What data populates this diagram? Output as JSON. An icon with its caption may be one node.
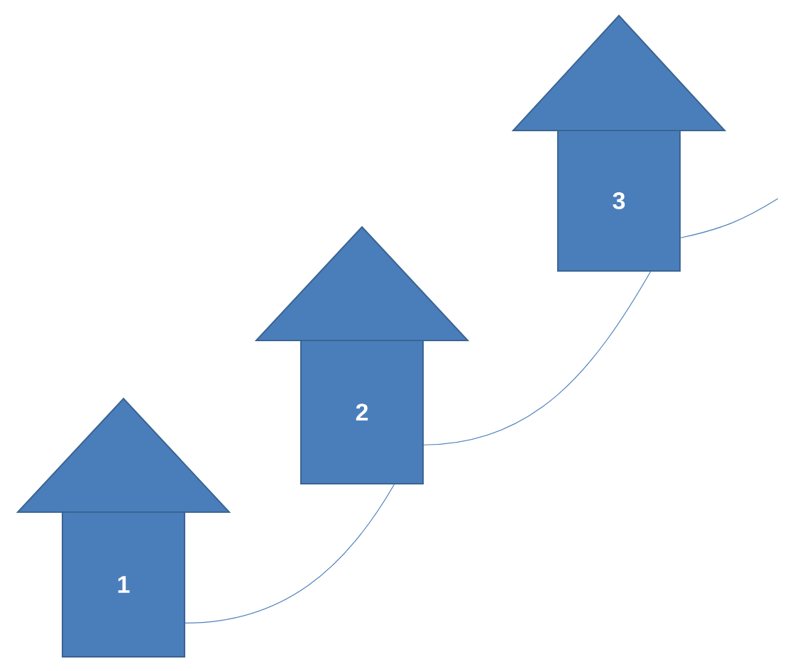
{
  "diagram": {
    "nodes": [
      {
        "text": [
          "1"
        ]
      },
      {
        "text": [
          "2"
        ]
      },
      {
        "text": [
          "3"
        ]
      }
    ],
    "edges": [
      {
        "from": 0,
        "to": 1,
        "arrow": "none"
      },
      {
        "from": 1,
        "to": 2,
        "arrow": "none"
      },
      {
        "from": 2,
        "to": null,
        "arrow": "none"
      }
    ]
  }
}
